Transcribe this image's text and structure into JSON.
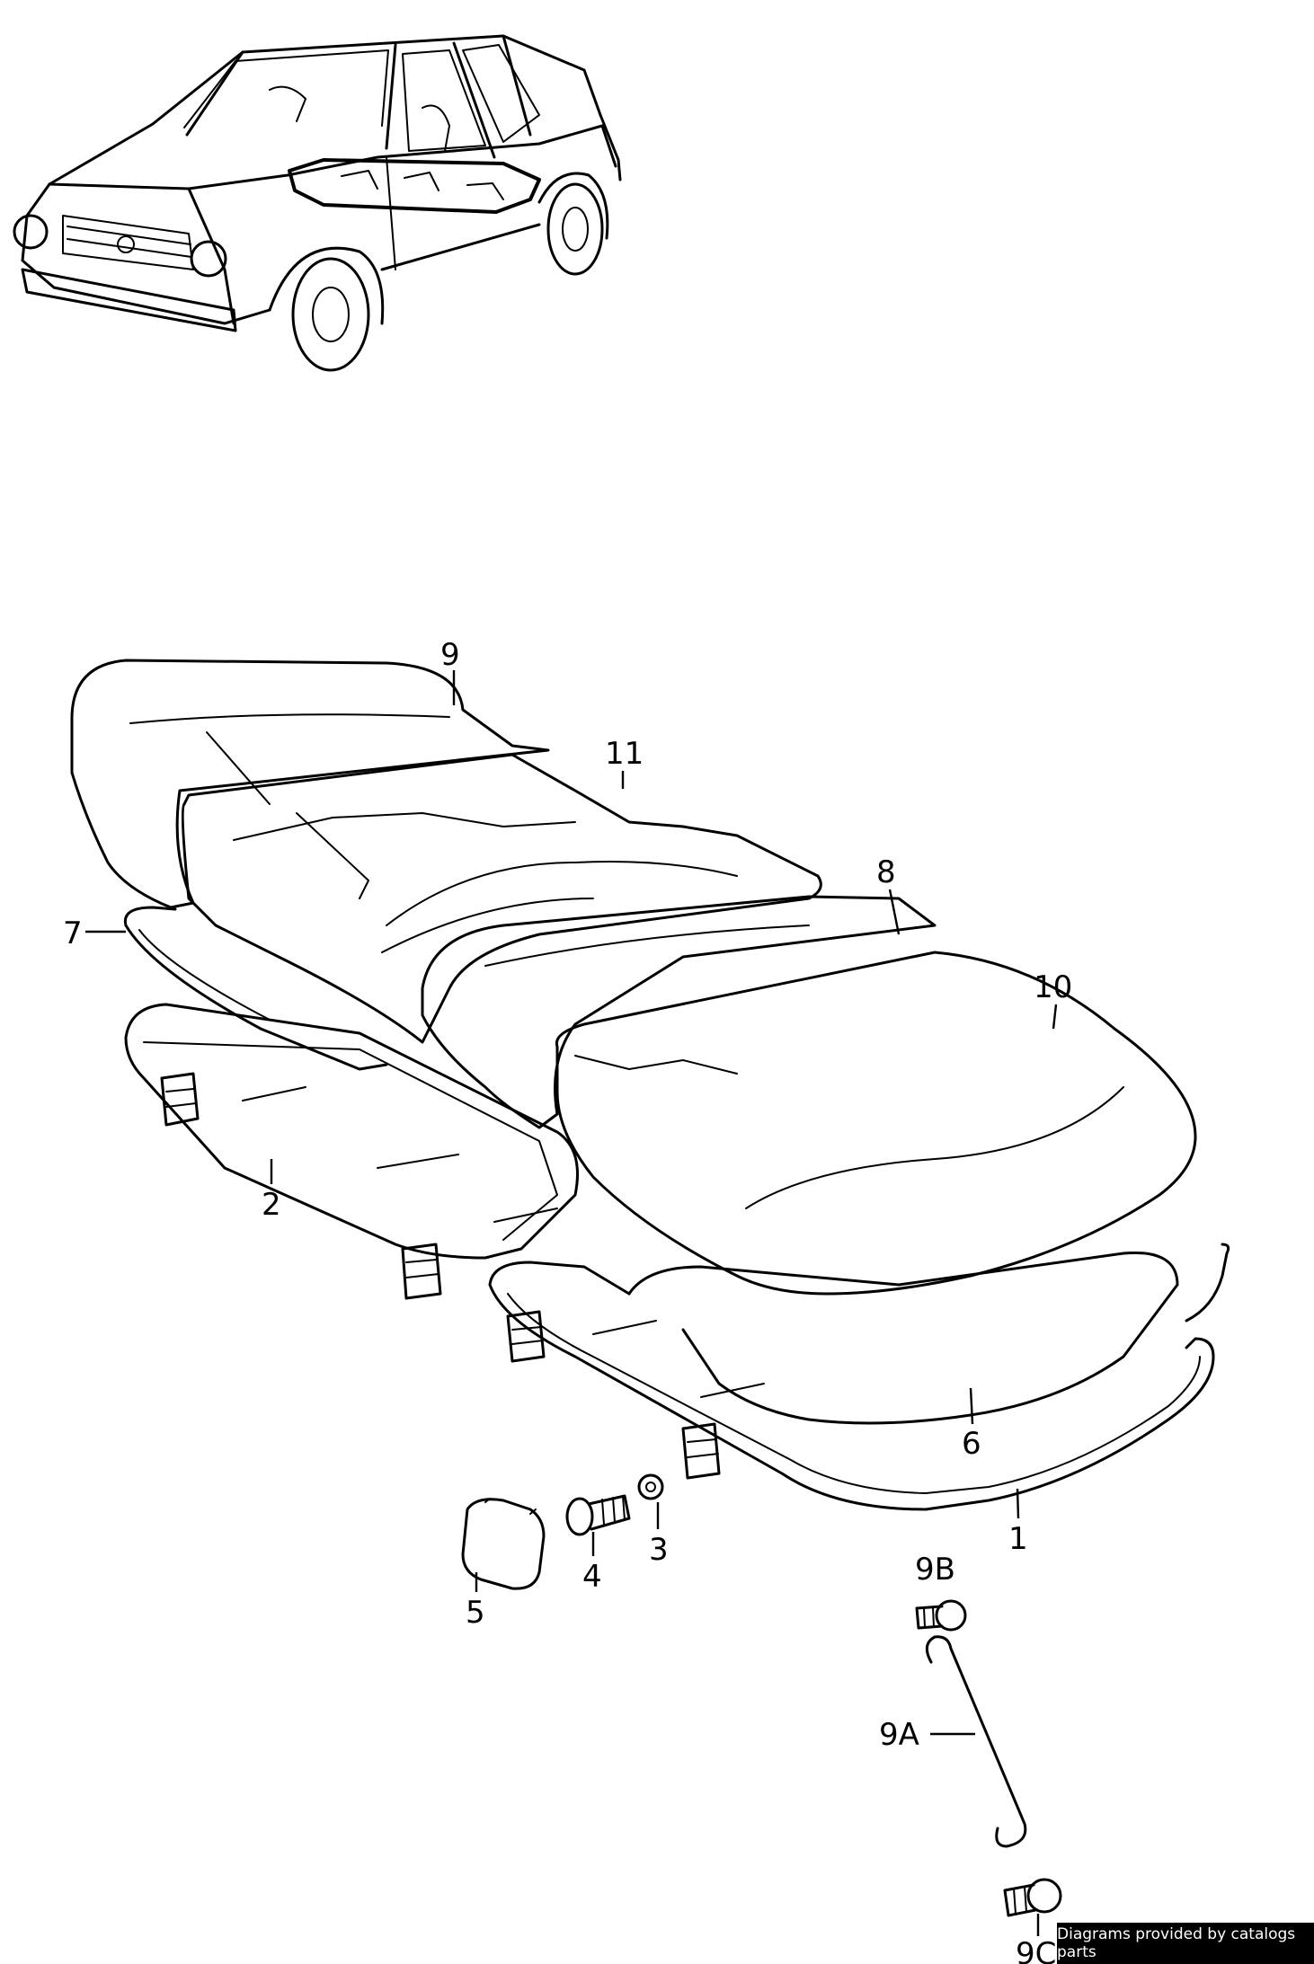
{
  "labels": {
    "p1": "1",
    "p2": "2",
    "p3": "3",
    "p4": "4",
    "p5": "5",
    "p6": "6",
    "p7": "7",
    "p8": "8",
    "p9": "9",
    "p9a": "9A",
    "p9b": "9B",
    "p9c": "9C",
    "p10": "10",
    "p11": "11"
  },
  "credit": "Diagrams provided by catalogs parts"
}
